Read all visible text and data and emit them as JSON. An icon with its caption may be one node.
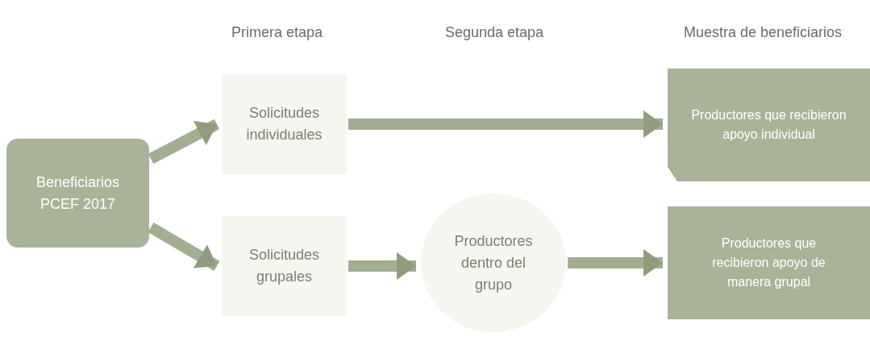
{
  "diagram": {
    "nodes": [
      {
        "text": [
          "Beneficiarios PCEF 2017"
        ]
      },
      {
        "text": [
          "Solicitudes individuales"
        ]
      },
      {
        "text": [
          "Solicitudes grupales"
        ]
      },
      {
        "text": [
          "Productores dentro del grupo"
        ]
      },
      {
        "text": [
          "Productores que recibieron apoyo individual"
        ]
      },
      {
        "text": [
          "Productores que recibieron apoyo de manera grupal"
        ]
      }
    ],
    "edges": [
      {
        "from": 0,
        "to": 1,
        "arrow": "to"
      },
      {
        "from": 0,
        "to": 2,
        "arrow": "to"
      },
      {
        "from": 1,
        "to": 4,
        "arrow": "to"
      },
      {
        "from": 2,
        "to": 3,
        "arrow": "to"
      },
      {
        "from": 3,
        "to": 5,
        "arrow": "to"
      }
    ],
    "labels": [
      "Primera etapa",
      "Segunda etapa",
      "Muestra de beneficiarios"
    ]
  }
}
